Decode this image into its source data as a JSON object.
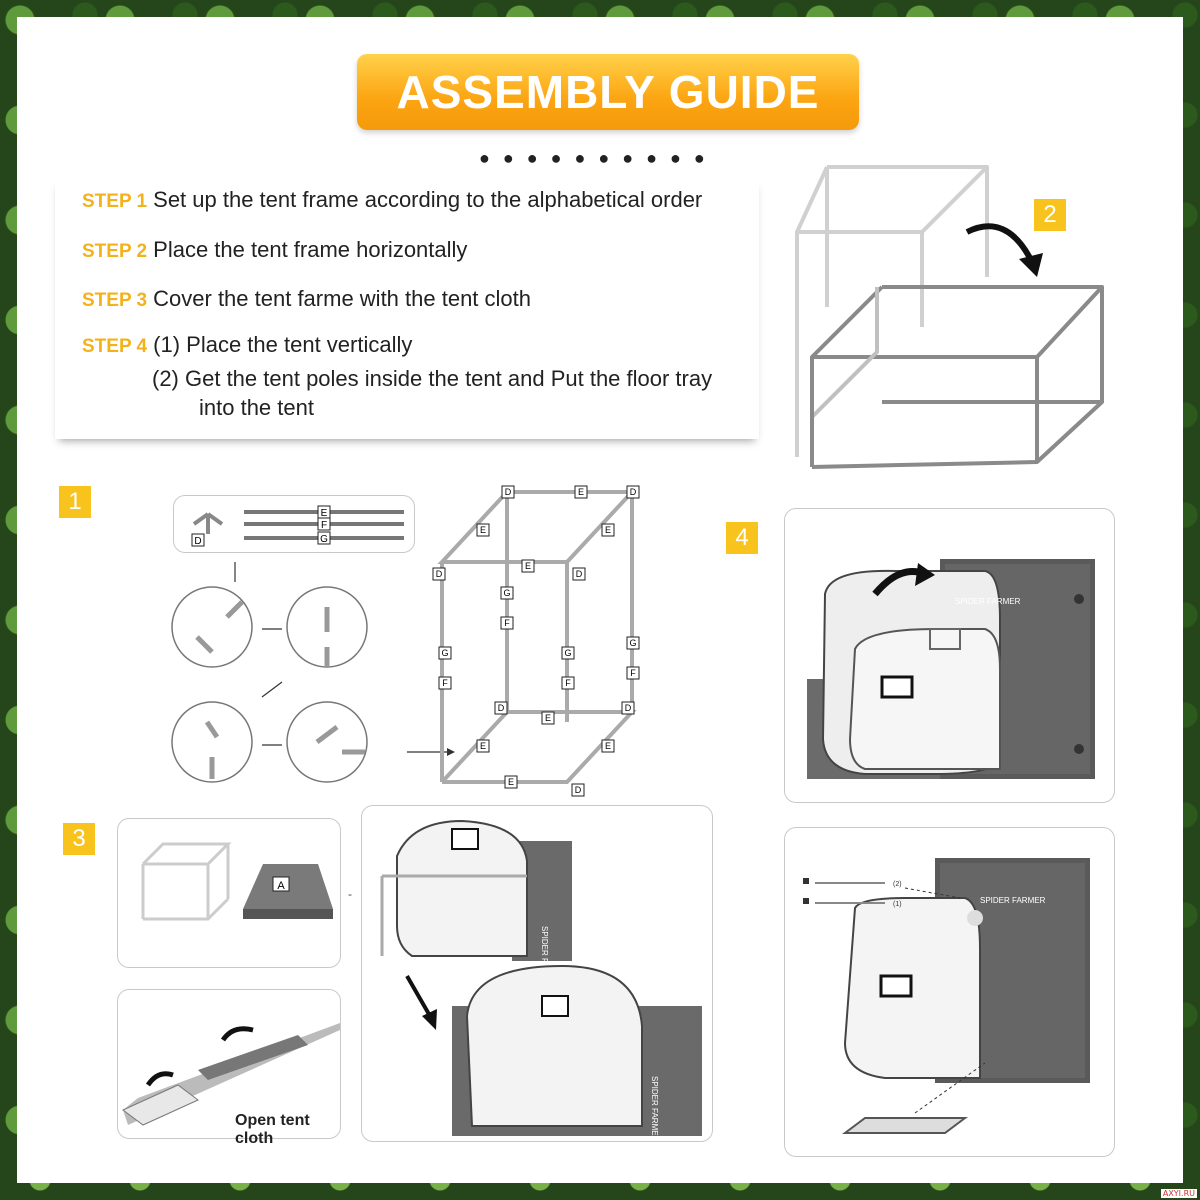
{
  "header": {
    "title": "ASSEMBLY GUIDE"
  },
  "steps": [
    {
      "label": "STEP 1",
      "text": "Set up the tent frame according to the alphabetical order"
    },
    {
      "label": "STEP 2",
      "text": "Place the tent frame horizontally"
    },
    {
      "label": "STEP 3",
      "text": "Cover the tent farme with the tent cloth"
    },
    {
      "label": "STEP 4",
      "text": "(1)   Place the tent vertically"
    }
  ],
  "step4_sub": {
    "line1": "(2)  Get the tent poles inside the tent and Put the floor tray",
    "line2": "into the tent"
  },
  "badges": {
    "b1": "1",
    "b2": "2",
    "b3": "3",
    "b4": "4"
  },
  "part_letters": {
    "a": "A",
    "d": "D",
    "e": "E",
    "f": "F",
    "g": "G"
  },
  "brand": "SPIDER FARMER",
  "captions": {
    "open_cloth": "Open tent cloth"
  },
  "pole_labels": {
    "p1": "(2)",
    "p2": "(1)"
  },
  "watermark": "AXYI.RU",
  "colors": {
    "accent": "#f9c31e",
    "title_gradient_top": "#ffd24a",
    "title_gradient_bottom": "#f49a0c"
  }
}
